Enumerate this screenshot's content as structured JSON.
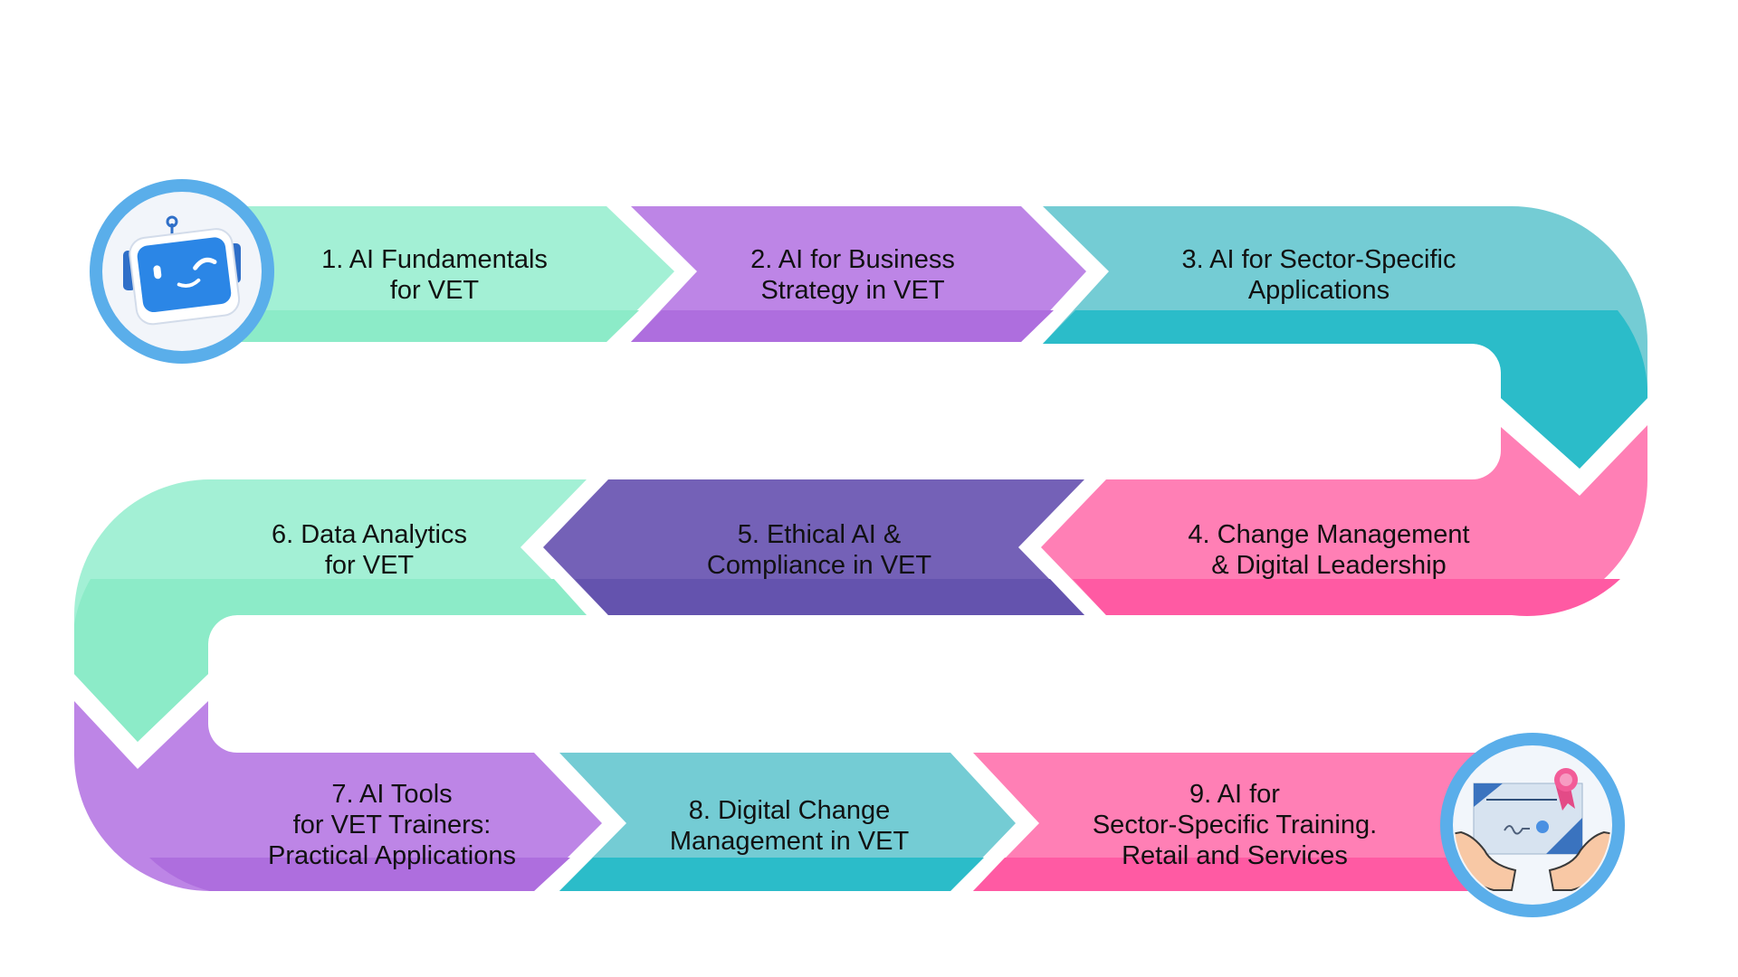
{
  "steps": [
    {
      "number": "1.",
      "lines": [
        "AI Fundamentals",
        "for VET"
      ],
      "color": "#a3f0d5",
      "shade": "#8cebc8"
    },
    {
      "number": "2.",
      "lines": [
        "AI for Business",
        "Strategy in VET"
      ],
      "color": "#bd85e6",
      "shade": "#ae6ede"
    },
    {
      "number": "3.",
      "lines": [
        "AI for Sector-Specific",
        "Applications"
      ],
      "color": "#74ccd4",
      "shade": "#2bbcc9"
    },
    {
      "number": "4.",
      "lines": [
        "Change Management",
        "& Digital Leadership"
      ],
      "color": "#ff7fb5",
      "shade": "#ff5aa3"
    },
    {
      "number": "5.",
      "lines": [
        "Ethical AI &",
        "Compliance in VET"
      ],
      "color": "#7461b7",
      "shade": "#6453ae"
    },
    {
      "number": "6.",
      "lines": [
        "Data Analytics",
        "for VET"
      ],
      "color": "#a3f0d5",
      "shade": "#8cebc8"
    },
    {
      "number": "7.",
      "lines": [
        "AI Tools",
        "for VET Trainers:",
        "Practical Applications"
      ],
      "color": "#bd85e6",
      "shade": "#ae6ede"
    },
    {
      "number": "8.",
      "lines": [
        "Digital Change",
        "Management in VET"
      ],
      "color": "#74ccd4",
      "shade": "#2bbcc9"
    },
    {
      "number": "9.",
      "lines": [
        "AI for",
        "Sector-Specific Training.",
        "Retail and Services"
      ],
      "color": "#ff7fb5",
      "shade": "#ff5aa3"
    }
  ],
  "badges": {
    "start": {
      "icon": "robot-icon",
      "ring": "#5aaeea"
    },
    "end": {
      "icon": "certificate-in-hands-icon",
      "ring": "#5aaeea"
    }
  }
}
